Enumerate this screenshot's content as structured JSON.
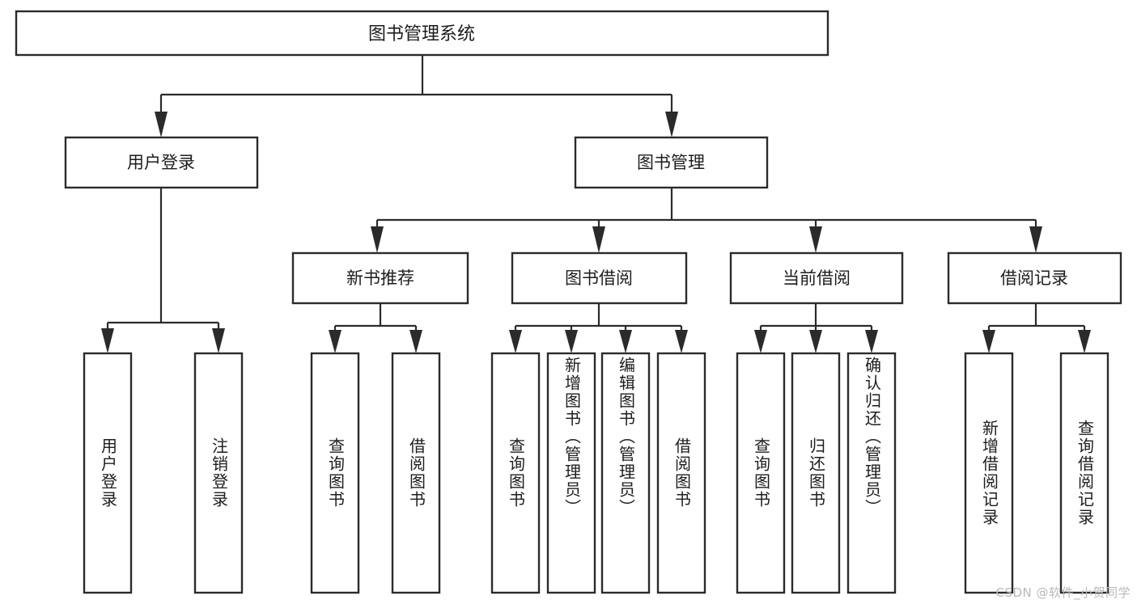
{
  "diagram": {
    "type": "tree",
    "title": "图书管理系统",
    "watermark": "CSDN @软件_小贺同学",
    "root": {
      "id": "root",
      "label": "图书管理系统"
    },
    "level2": [
      {
        "id": "user-login",
        "label": "用户登录"
      },
      {
        "id": "book-management",
        "label": "图书管理"
      }
    ],
    "level3": [
      {
        "id": "new-book-recommend",
        "label": "新书推荐",
        "parent": "book-management"
      },
      {
        "id": "book-borrow",
        "label": "图书借阅",
        "parent": "book-management"
      },
      {
        "id": "current-borrow",
        "label": "当前借阅",
        "parent": "book-management"
      },
      {
        "id": "borrow-record",
        "label": "借阅记录",
        "parent": "book-management"
      }
    ],
    "leaves": [
      {
        "id": "leaf-user-login",
        "label": "用户登录",
        "parent": "user-login"
      },
      {
        "id": "leaf-logout",
        "label": "注销登录",
        "parent": "user-login"
      },
      {
        "id": "leaf-query-book-1",
        "label": "查询图书",
        "parent": "new-book-recommend"
      },
      {
        "id": "leaf-borrow-book-1",
        "label": "借阅图书",
        "parent": "new-book-recommend"
      },
      {
        "id": "leaf-query-book-2",
        "label": "查询图书",
        "parent": "book-borrow"
      },
      {
        "id": "leaf-add-book",
        "label": "新增图书（管理员）",
        "parent": "book-borrow"
      },
      {
        "id": "leaf-edit-book",
        "label": "编辑图书（管理员）",
        "parent": "book-borrow"
      },
      {
        "id": "leaf-borrow-book-2",
        "label": "借阅图书",
        "parent": "book-borrow"
      },
      {
        "id": "leaf-query-book-3",
        "label": "查询图书",
        "parent": "current-borrow"
      },
      {
        "id": "leaf-return-book",
        "label": "归还图书",
        "parent": "current-borrow"
      },
      {
        "id": "leaf-confirm-return",
        "label": "确认归还（管理员）",
        "parent": "current-borrow"
      },
      {
        "id": "leaf-add-record",
        "label": "新增借阅记录",
        "parent": "borrow-record"
      },
      {
        "id": "leaf-query-record",
        "label": "查询借阅记录",
        "parent": "borrow-record"
      }
    ],
    "colors": {
      "stroke": "#2b2b2b",
      "fill": "#ffffff",
      "text": "#1d1d1d",
      "watermark": "#b9b9b9"
    }
  }
}
